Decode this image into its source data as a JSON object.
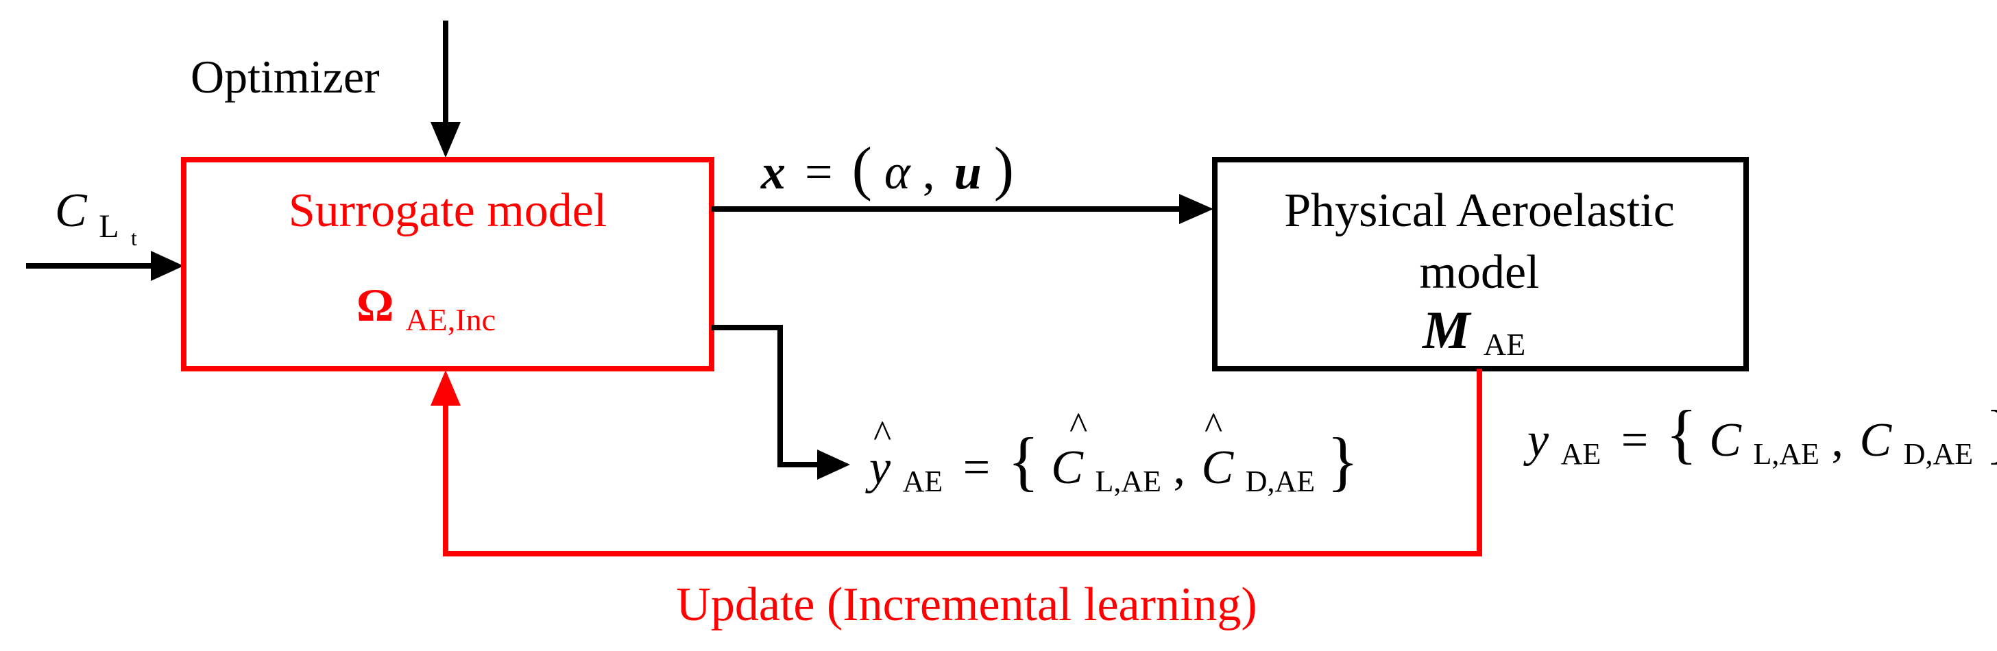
{
  "colors": {
    "black": "#000000",
    "red": "#ff0000"
  },
  "labels": {
    "optimizer": "Optimizer",
    "input_main": "C",
    "input_sub": "L",
    "input_subsub": "t",
    "x_var": "x",
    "equals": "=",
    "lparen": "(",
    "alpha": "α",
    "comma": ",",
    "u_var": "u",
    "rparen": ")",
    "update": "Update (Incremental learning)"
  },
  "surrogate": {
    "title": "Surrogate model",
    "symbol": "Ω",
    "symbol_sub": "AE,Inc"
  },
  "physical": {
    "title_line1": "Physical Aeroelastic",
    "title_line2": "model",
    "symbol": "M",
    "symbol_sub": "AE"
  },
  "y_hat_eq": {
    "y": "y",
    "hat": "^",
    "y_sub": "AE",
    "equals": "=",
    "lbrace": "{",
    "c1": "C",
    "c1_hat": "^",
    "c1_sub": "L,AE",
    "comma": ",",
    "c2": "C",
    "c2_hat": "^",
    "c2_sub": "D,AE",
    "rbrace": "}"
  },
  "y_eq": {
    "y": "y",
    "y_sub": "AE",
    "equals": "=",
    "lbrace": "{",
    "c1": "C",
    "c1_sub": "L,AE",
    "comma": ",",
    "c2": "C",
    "c2_sub": "D,AE",
    "rbrace": "}"
  }
}
